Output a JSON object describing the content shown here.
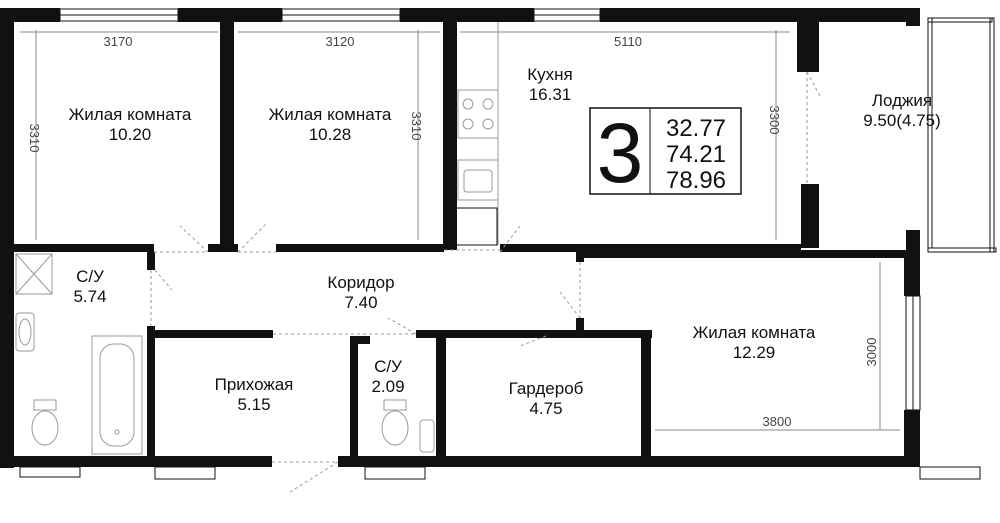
{
  "colors": {
    "wall": "#111111",
    "fixture": "#9a9a9a",
    "dimension": "#666666",
    "background": "#ffffff"
  },
  "rooms": [
    {
      "id": "living1",
      "name": "Жилая комната",
      "area": "10.20"
    },
    {
      "id": "living2",
      "name": "Жилая комната",
      "area": "10.28"
    },
    {
      "id": "kitchen",
      "name": "Кухня",
      "area": "16.31"
    },
    {
      "id": "loggia",
      "name": "Лоджия",
      "area": "9.50(4.75)"
    },
    {
      "id": "bath1",
      "name": "С/У",
      "area": "5.74"
    },
    {
      "id": "corridor",
      "name": "Коридор",
      "area": "7.40"
    },
    {
      "id": "living3",
      "name": "Жилая комната",
      "area": "12.29"
    },
    {
      "id": "hall",
      "name": "Прихожая",
      "area": "5.15"
    },
    {
      "id": "bath2",
      "name": "С/У",
      "area": "2.09"
    },
    {
      "id": "wardrobe",
      "name": "Гардероб",
      "area": "4.75"
    }
  ],
  "dimensions": {
    "living1_width": "3170",
    "living2_width": "3120",
    "kitchen_width": "5110",
    "living1_height": "3310",
    "living2_height": "3310",
    "kitchen_height": "3300",
    "living3_height": "3000",
    "living3_width": "3800"
  },
  "summary": {
    "rooms_count": "3",
    "area_living": "32.77",
    "area_total": "74.21",
    "area_total_with_loggia": "78.96"
  },
  "icons": [
    "bathtub-icon",
    "toilet-icon",
    "sink-icon",
    "shower-icon",
    "stove-icon",
    "kitchen-sink-icon",
    "door-swing-icon",
    "window-icon"
  ]
}
